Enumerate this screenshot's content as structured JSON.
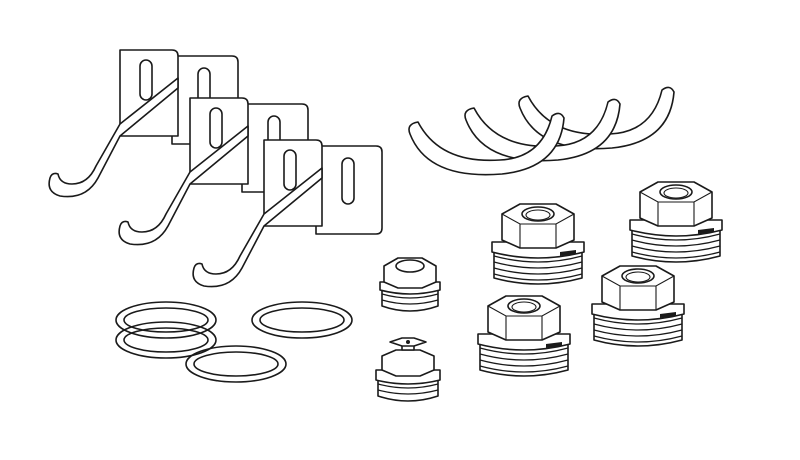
{
  "illustration": {
    "kind": "radiator mounting kit line drawing",
    "colors": {
      "line": "#1a1a1a",
      "background": "#ffffff"
    },
    "parts": [
      {
        "name": "wall-bracket",
        "count": 3
      },
      {
        "name": "hook-spacer",
        "count": 3
      },
      {
        "name": "o-ring-seal",
        "count": 4
      },
      {
        "name": "blank-plug",
        "count": 1
      },
      {
        "name": "air-vent-valve",
        "count": 1
      },
      {
        "name": "reducer-bushing",
        "count": 4
      }
    ]
  }
}
